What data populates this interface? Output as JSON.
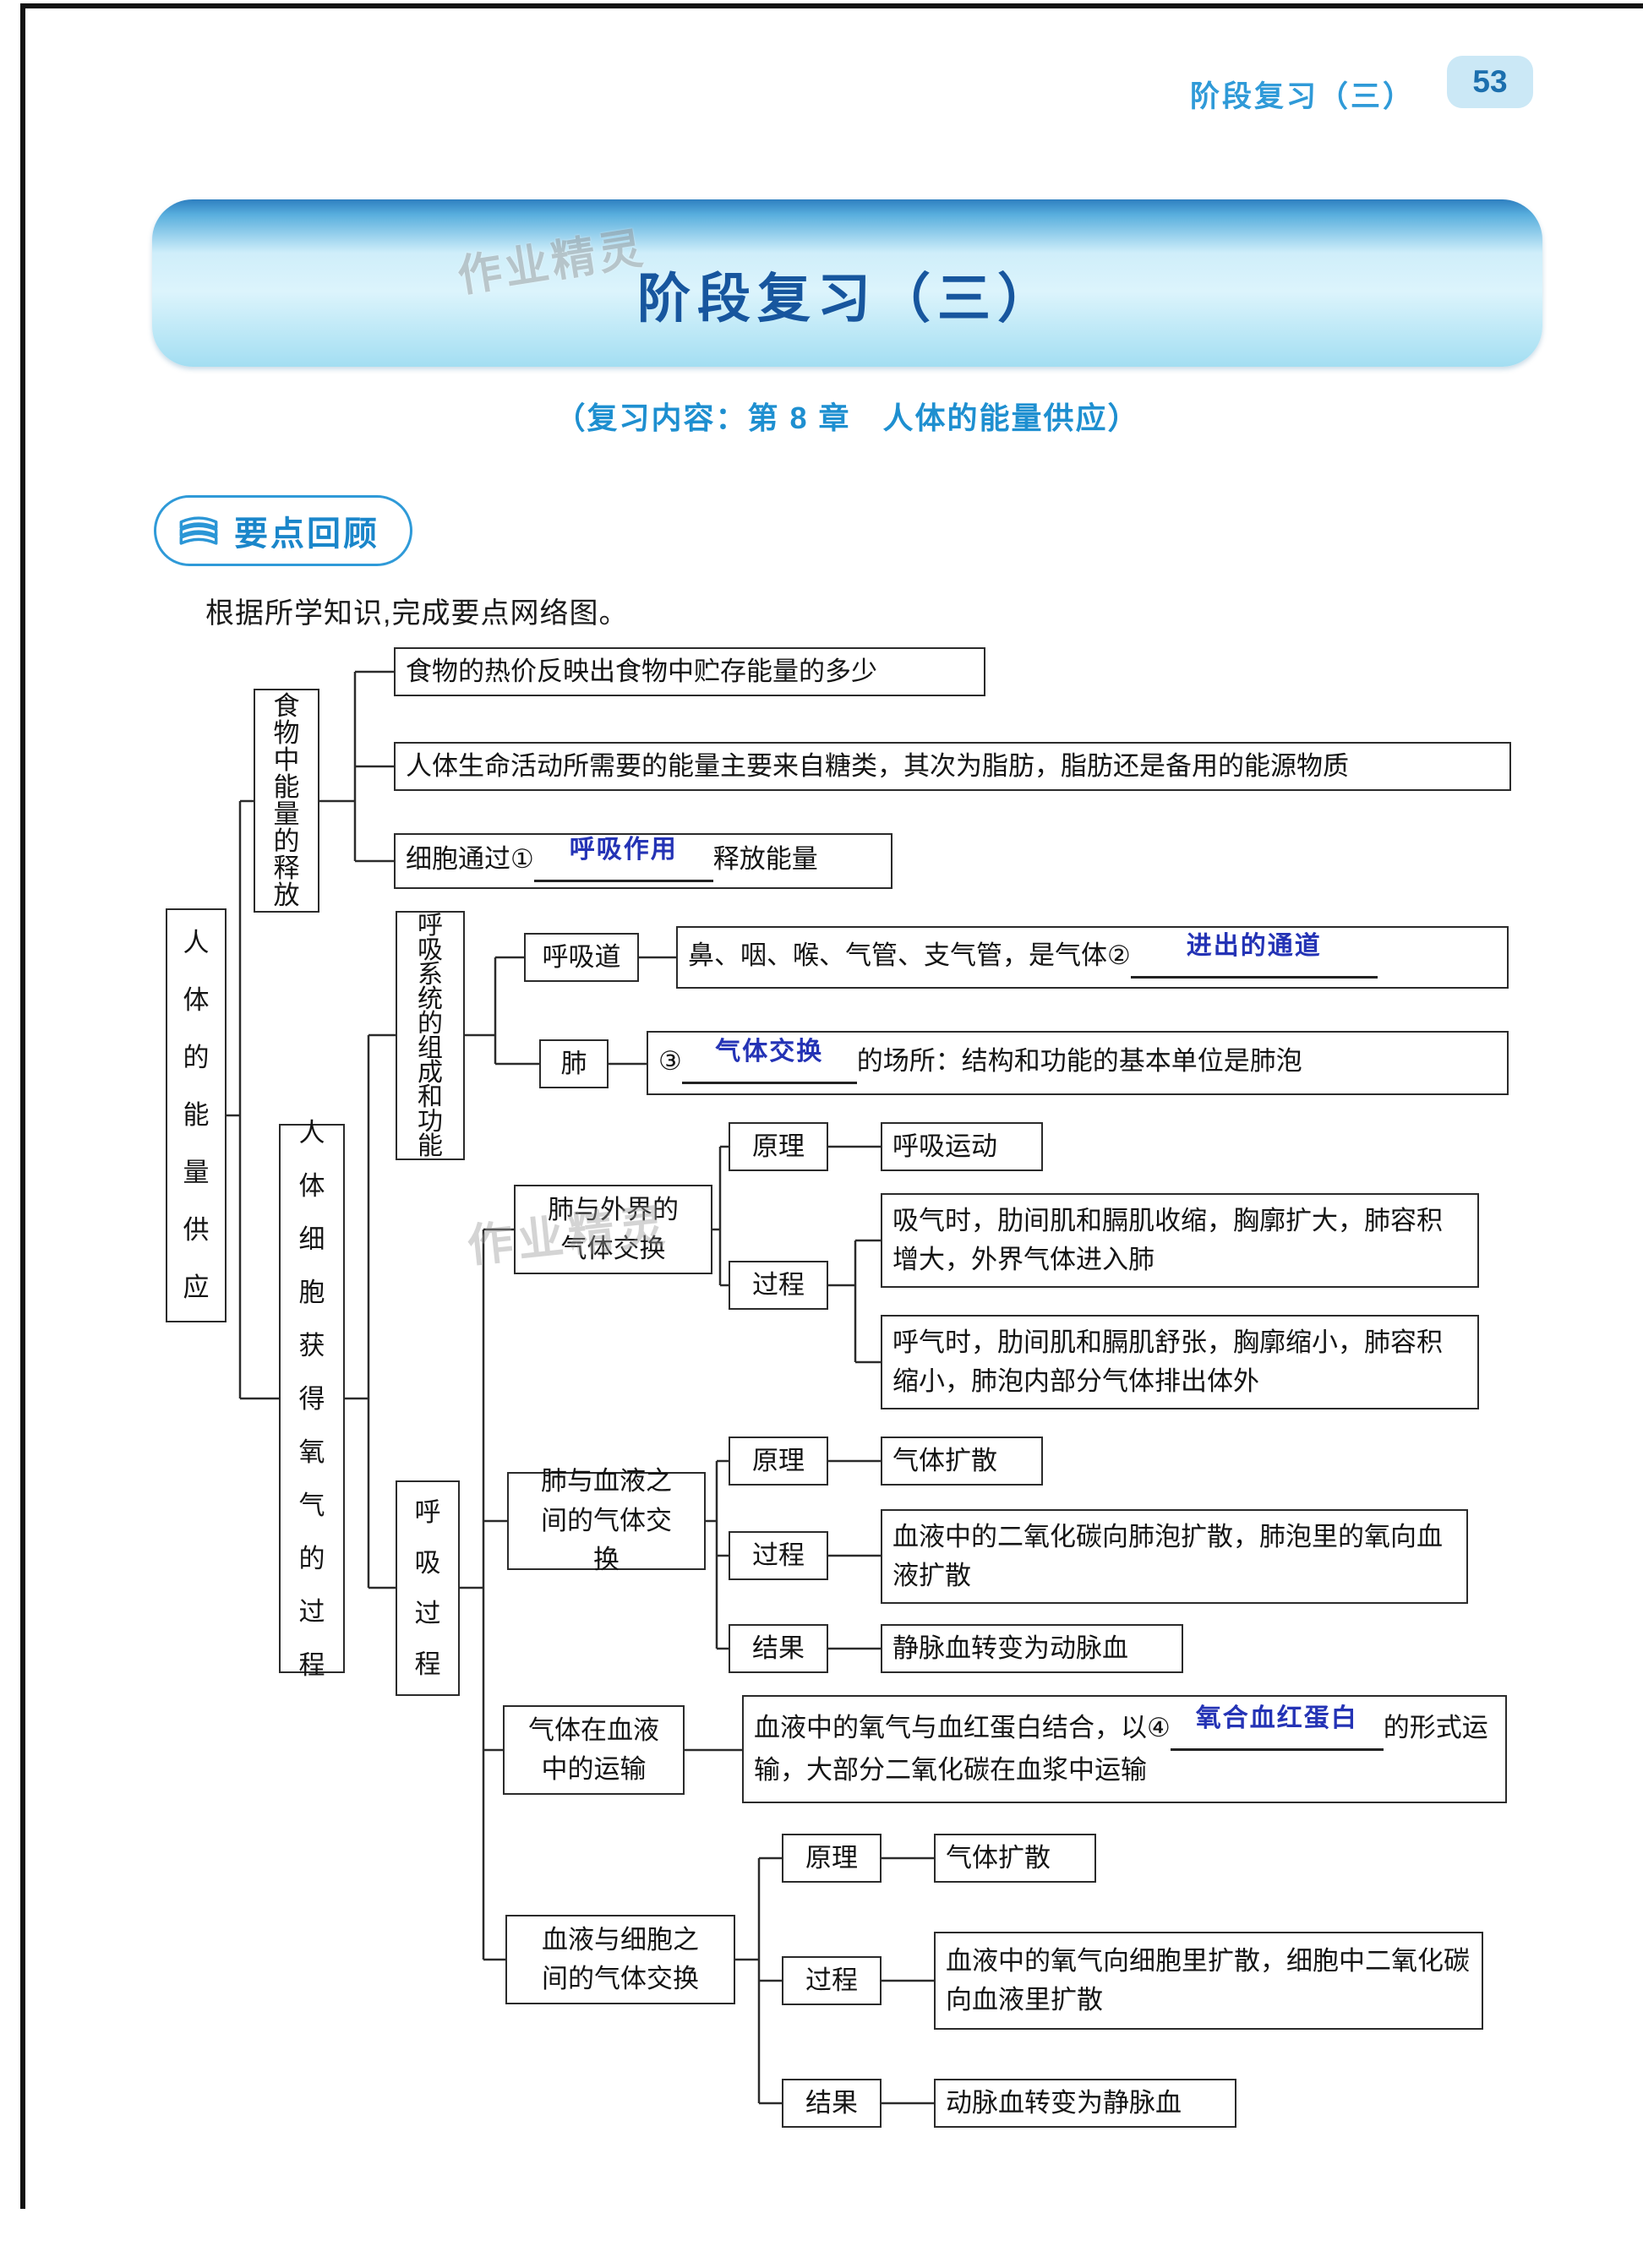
{
  "page": {
    "header": {
      "running_title": "阶段复习（三）",
      "page_number": "53"
    },
    "banner": {
      "title": "阶段复习（三）"
    },
    "subtitle": "（复习内容：第 8 章　人体的能量供应）",
    "section_badge": "要点回顾",
    "intro": "根据所学知识,完成要点网络图。",
    "watermark": "作业精灵"
  },
  "map": {
    "root": "人体的能量供应",
    "branch_food": {
      "label": "食物中能量的释放",
      "leaf1": "食物的热价反映出食物中贮存能量的多少",
      "leaf2": "人体生命活动所需要的能量主要来自糖类，其次为脂肪，脂肪还是备用的能源物质",
      "leaf3_prefix": "细胞通过①",
      "leaf3_answer": "呼吸作用",
      "leaf3_suffix": "释放能量"
    },
    "branch_oxygen": {
      "label": "人体细胞获得氧气的过程",
      "resp_system": {
        "label": "呼吸系统的组成和功能",
        "airway_label": "呼吸道",
        "airway_prefix": "鼻、咽、喉、气管、支气管，是气体②",
        "airway_answer": "进出的通道",
        "lung_label": "肺",
        "lung_prefix": "③",
        "lung_answer": "气体交换",
        "lung_suffix": "的场所：结构和功能的基本单位是肺泡"
      },
      "resp_process": {
        "label": "呼吸过程",
        "external": {
          "label": "肺与外界的气体交换",
          "principle_label": "原理",
          "principle_value": "呼吸运动",
          "process_label": "过程",
          "process_inhale": "吸气时，肋间肌和膈肌收缩，胸廓扩大，肺容积增大，外界气体进入肺",
          "process_exhale": "呼气时，肋间肌和膈肌舒张，胸廓缩小，肺容积缩小，肺泡内部分气体排出体外"
        },
        "lung_blood": {
          "label": "肺与血液之间的气体交换",
          "principle_label": "原理",
          "principle_value": "气体扩散",
          "process_label": "过程",
          "process_value": "血液中的二氧化碳向肺泡扩散，肺泡里的氧向血液扩散",
          "result_label": "结果",
          "result_value": "静脉血转变为动脉血"
        },
        "transport": {
          "label": "气体在血液中的运输",
          "prefix": "血液中的氧气与血红蛋白结合，以④",
          "answer": "氧合血红蛋白",
          "suffix": "的形式运输，大部分二氧化碳在血浆中运输"
        },
        "blood_cell": {
          "label": "血液与细胞之间的气体交换",
          "principle_label": "原理",
          "principle_value": "气体扩散",
          "process_label": "过程",
          "process_value": "血液中的氧气向细胞里扩散，细胞中二氧化碳向血液里扩散",
          "result_label": "结果",
          "result_value": "动脉血转变为静脉血"
        }
      }
    }
  },
  "colors": {
    "accent": "#2f9ad8",
    "banner_top": "#2e7fc0",
    "banner_title": "#17569e",
    "banner_fill_deep": "#a3def2",
    "subtitle": "#1e8fd0",
    "page_badge_bg": "#cbe8f6",
    "page_badge_text": "#1c6fae",
    "answer": "#2433b5",
    "ink": "#141414",
    "line": "#2b2b2b",
    "watermark": "#9b9b9b"
  }
}
